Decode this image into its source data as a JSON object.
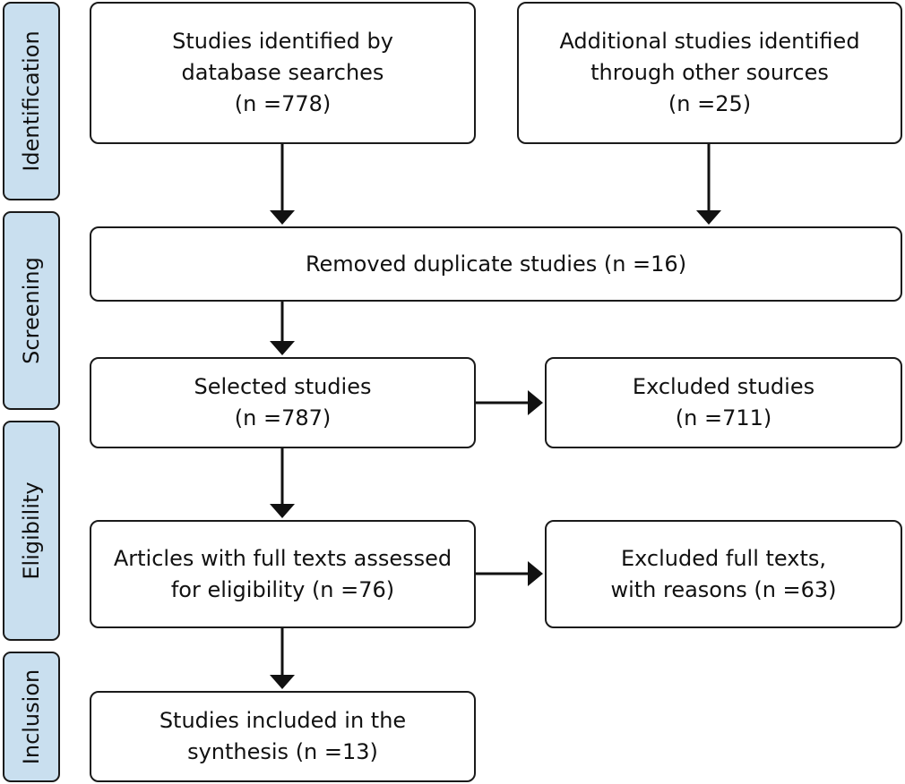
{
  "phases": {
    "identification": "Identification",
    "screening": "Screening",
    "eligibility": "Eligibility",
    "inclusion": "Inclusion"
  },
  "boxes": {
    "database_searches": {
      "line1": "Studies identified by",
      "line2": "database searches",
      "line3": "(n =778)"
    },
    "other_sources": {
      "line1": "Additional studies identified",
      "line2": "through other sources",
      "line3": "(n =25)"
    },
    "duplicates": {
      "line1": "Removed duplicate studies (n =16)"
    },
    "selected": {
      "line1": "Selected studies",
      "line2": "(n =787)"
    },
    "excluded": {
      "line1": "Excluded studies",
      "line2": "(n =711)"
    },
    "full_texts": {
      "line1": "Articles with full texts assessed",
      "line2": "for eligibility (n =76)"
    },
    "excluded_full_texts": {
      "line1": "Excluded full texts,",
      "line2": "with reasons (n =63)"
    },
    "included": {
      "line1": "Studies included in the",
      "line2": "synthesis (n =13)"
    }
  },
  "colors": {
    "phase_fill": "#c9dfef",
    "stroke": "#1a1a1a",
    "box_fill": "#ffffff"
  }
}
